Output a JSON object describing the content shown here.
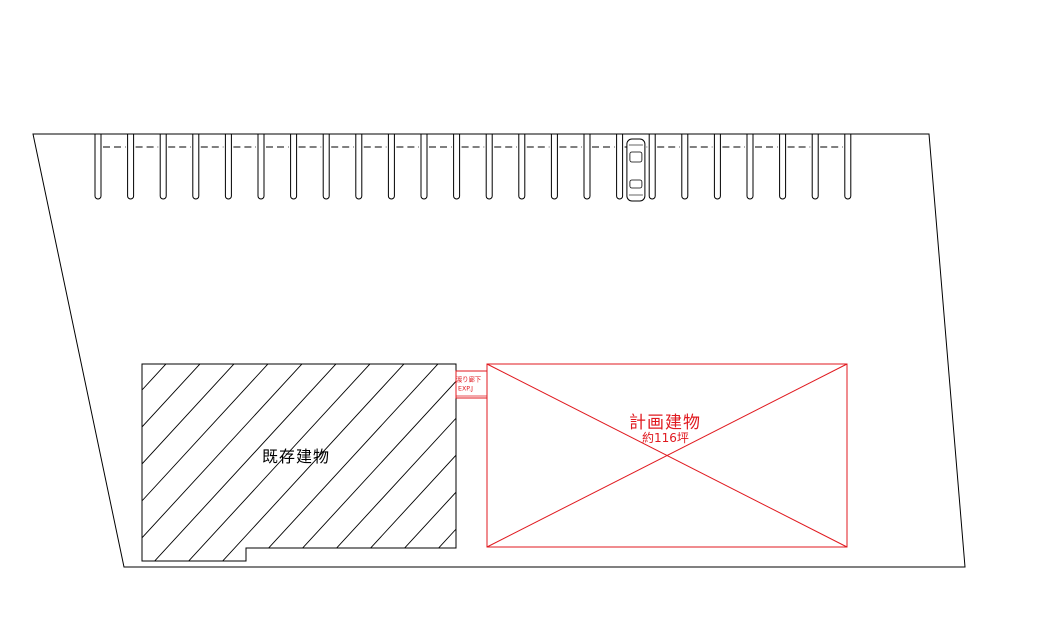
{
  "colors": {
    "line": "#000000",
    "planned": "#e0191f",
    "background": "#ffffff"
  },
  "buildings": {
    "existing": {
      "label": "既存建物",
      "fill": "hatched"
    },
    "planned": {
      "label": "計画建物",
      "area_label": "約116坪",
      "fill": "cross-x"
    }
  },
  "connector": {
    "line1": "渡り廊下",
    "line2": "EXP.J"
  },
  "parking": {
    "stall_count": 24,
    "occupied_stalls": [
      16
    ]
  },
  "icons": {
    "car": "car-icon"
  }
}
